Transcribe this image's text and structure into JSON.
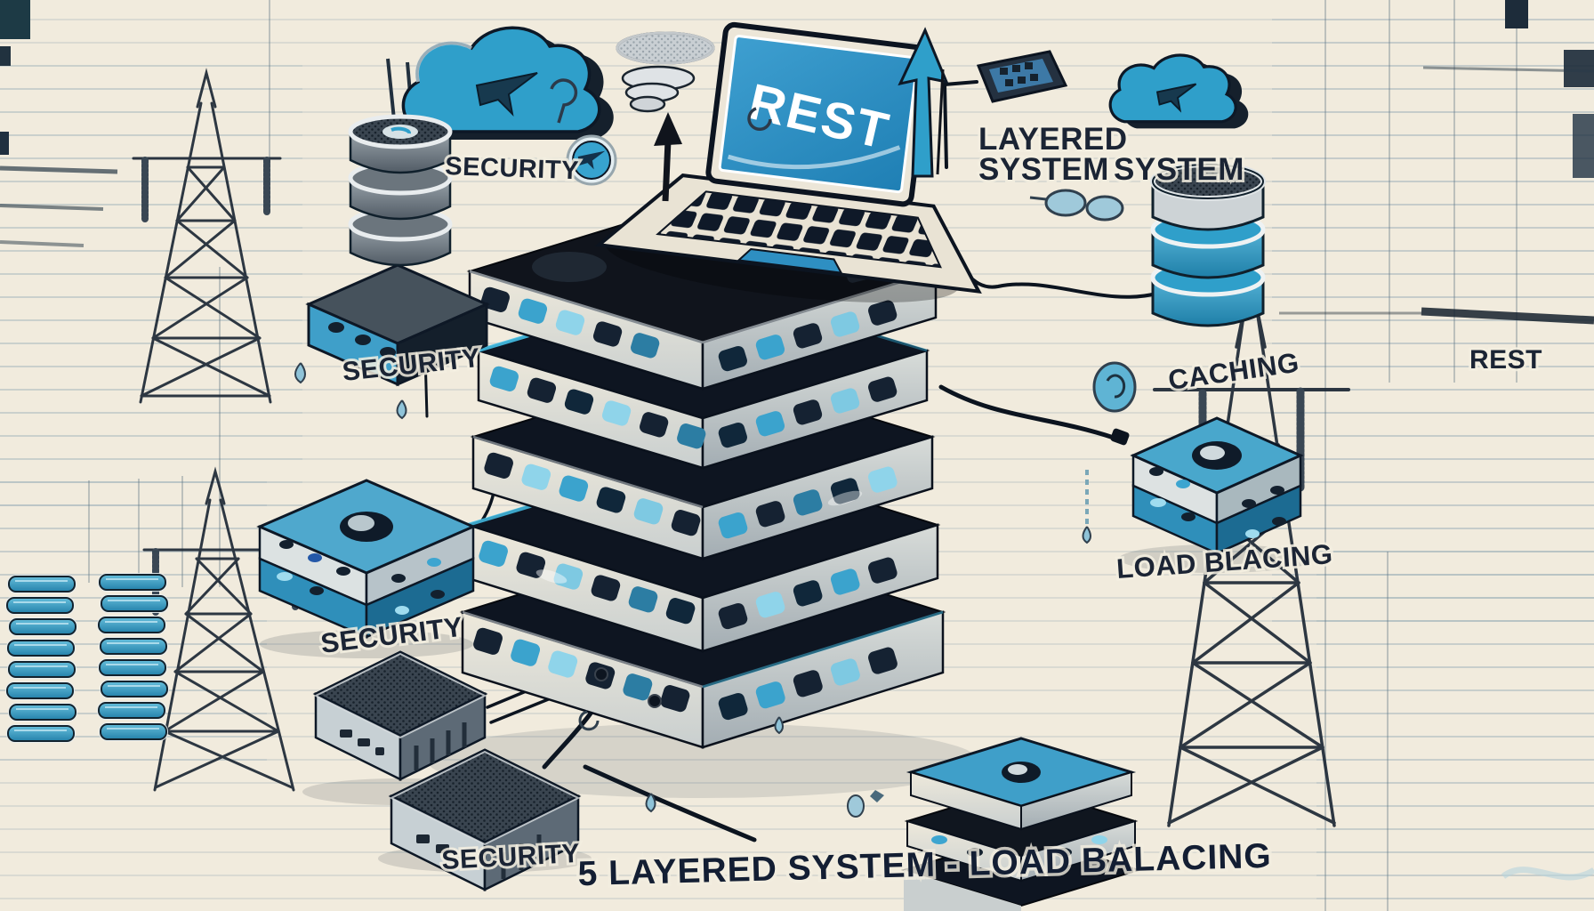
{
  "illustration": {
    "caption": "5 LAYERED SYSTEM - LOAD BALACING",
    "labels": {
      "security_cloud": "SECURITY",
      "security_database": "SECURITY",
      "security_servers": "SECURITY",
      "security_bottom": "SECURITY",
      "layered_line1": "LAYERED",
      "layered_line2": "SYSTEM",
      "system": "SYSTEM",
      "caching": "CACHING",
      "load_blacing": "LOAD BLACING",
      "rest_screen": "REST",
      "rest_margin": "REST"
    },
    "icons": [
      "cloud-upload-icon",
      "paper-plane-badge-icon",
      "funnel-icon",
      "database-stack-icon",
      "laptop-icon",
      "up-arrow-icon",
      "device-chip-icon",
      "layered-server-stack-icon",
      "server-box-icon",
      "mesh-server-box-icon",
      "transmission-tower-icon",
      "rack-led-panel-icon",
      "magnifier-emblem-icon",
      "splash-doodle-icon"
    ],
    "colors": {
      "background": "#f1ebdd",
      "ink": "#16202e",
      "blue": "#2f9fca",
      "light_blue": "#8fd0e8",
      "cyan_glow": "#43bce8",
      "silver": "#d9dde0",
      "screen_blue": "#2b8ec2"
    }
  }
}
